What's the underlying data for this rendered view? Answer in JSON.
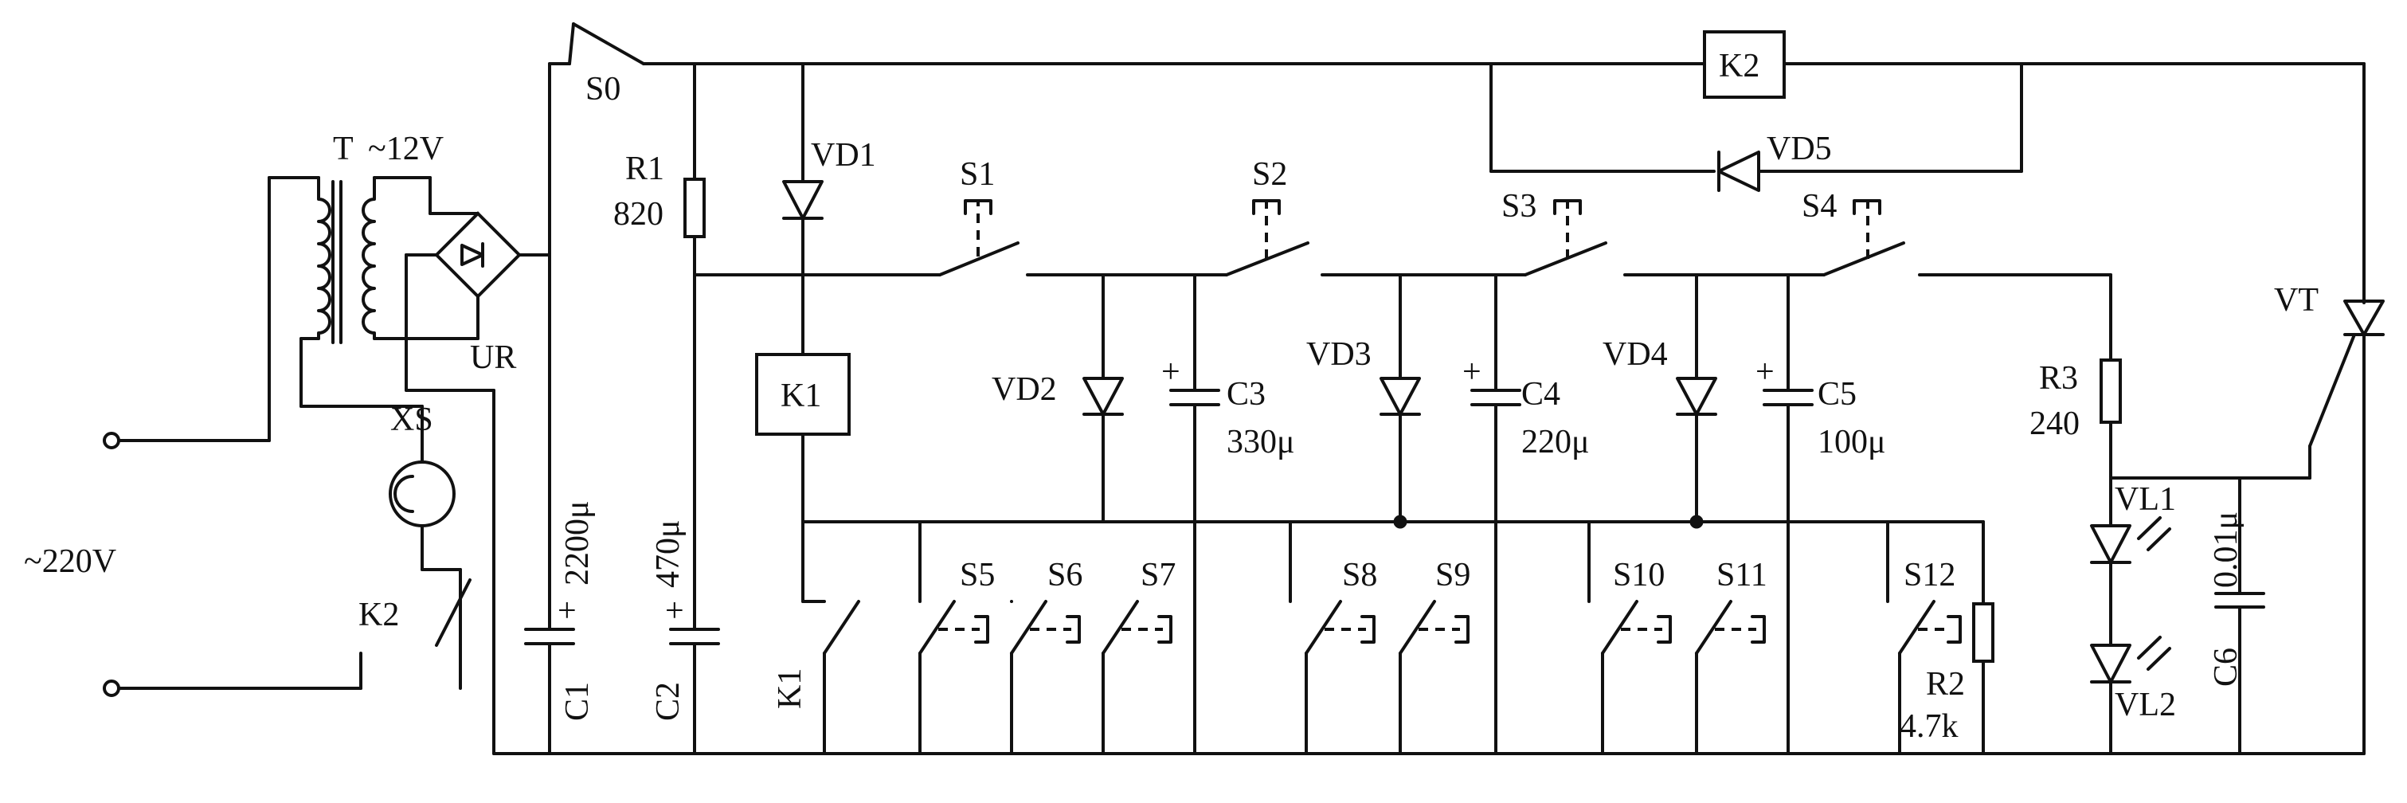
{
  "labels": {
    "S0": "S0",
    "S1": "S1",
    "S2": "S2",
    "S3": "S3",
    "S4": "S4",
    "S5": "S5",
    "S6": "S6",
    "S7": "S7",
    "S8": "S8",
    "S9": "S9",
    "S10": "S10",
    "S11": "S11",
    "S12": "S12",
    "K1": "K1",
    "K2": "K2",
    "VD1": "VD1",
    "VD2": "VD2",
    "VD3": "VD3",
    "VD4": "VD4",
    "VD5": "VD5",
    "R1": "R1",
    "R1_val": "820",
    "R2": "R2",
    "R2_val": "4.7k",
    "R3": "R3",
    "R3_val": "240",
    "C1": "C1",
    "C1_val": "2200μ",
    "C2": "C2",
    "C2_val": "470μ",
    "C3": "C3",
    "C3_val": "330μ",
    "C4": "C4",
    "C4_val": "220μ",
    "C5": "C5",
    "C5_val": "100μ",
    "C6": "C6",
    "C6_val": "0.01μ",
    "T": "T",
    "T_val": "~12V",
    "UR": "UR",
    "XS": "XS",
    "mains": "~220V",
    "VT": "VT",
    "VL1": "VL1",
    "VL2": "VL2",
    "plus": "+"
  }
}
